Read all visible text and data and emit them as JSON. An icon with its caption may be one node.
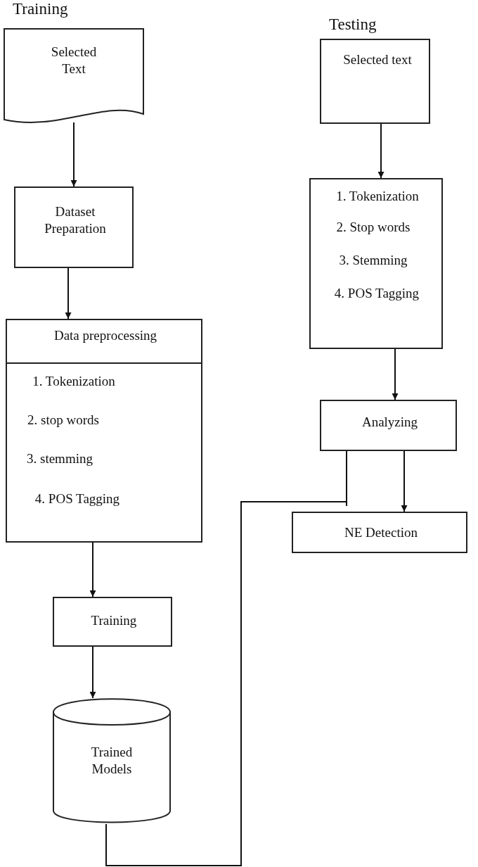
{
  "diagram": {
    "nodes": [
      {
        "text": [
          "Selected Text"
        ]
      },
      {
        "text": [
          "Dataset Preparation"
        ]
      },
      {
        "text": [
          "Data preprocessing",
          "1. Tokenization",
          "2. stop words",
          "3. stemming",
          "4. POS Tagging"
        ]
      },
      {
        "text": [
          "Training"
        ]
      },
      {
        "text": [
          "Trained Models"
        ]
      },
      {
        "text": [
          "Selected text"
        ]
      },
      {
        "text": [
          "1. Tokenization",
          "2. Stop words",
          "3. Stemming",
          "4. POS Tagging"
        ]
      },
      {
        "text": [
          "Analyzing"
        ]
      },
      {
        "text": [
          "NE Detection"
        ]
      }
    ],
    "edges": [
      {
        "from": 0,
        "to": 1,
        "arrow": "to"
      },
      {
        "from": 1,
        "to": 2,
        "arrow": "to"
      },
      {
        "from": 2,
        "to": 3,
        "arrow": "to"
      },
      {
        "from": 3,
        "to": 4,
        "arrow": "to"
      },
      {
        "from": 5,
        "to": 6,
        "arrow": "to"
      },
      {
        "from": 6,
        "to": 7,
        "arrow": "to"
      },
      {
        "from": 7,
        "to": 8,
        "arrow": "to"
      },
      {
        "from": 4,
        "to": 7,
        "arrow": "none"
      }
    ],
    "labels": [
      "Training",
      "Testing"
    ]
  }
}
